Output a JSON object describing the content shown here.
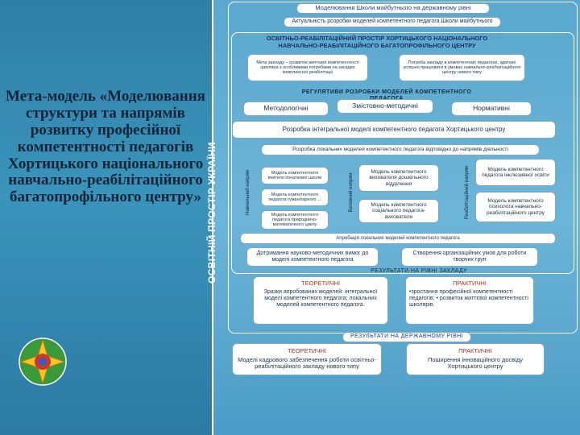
{
  "title_main": "Моделювання Школи майбутнього на державному рівні",
  "actuality": "Актуальність розробки моделей компетентного педагога Школи майбутнього",
  "space_header": "ОСВІТНЬО-РЕАБІЛІТАЦІЙНИЙ ПРОСТІР ХОРТИЦЬКОГО НАЦІОНАЛЬНОГО НАВЧАЛЬНО-РЕАБІЛІТАЦІЙНОГО БАГАТОПРОФІЛЬНОГО ЦЕНТРУ",
  "goal_left": "Мета закладу – розвиток життєвої компетентності школяра з особливими потребами на засадах комплексної реабілітації",
  "goal_right": "Потреба закладу в компетентних педагогах, здатних успішно працювати в умовах навчально-реабілітаційного центру нового типу",
  "regulatory": "РЕГУЛЯТИВИ РОЗРОБКИ МОДЕЛЕЙ КОМПЕТЕНТНОГО ПЕДАГОГА",
  "reg_method": "Методологічні",
  "reg_content": "Змістовно-методичні",
  "reg_norm": "Нормативні",
  "integral": "Розробка інтегральної моделі компетентного педагога Хортицького центру",
  "local": "Розробка локальних моделей компетентного педагога відповідно до напрямів діяльності",
  "vert_edu": "Навчальний напрям",
  "vert_up": "Виховний напрям",
  "vert_rehab": "Реабілітаційний напрям",
  "m_teacher_init": "Модель компетентного вчителя початкової школи",
  "m_teacher_human": "Модель компетентного педагога гуманітарного ...",
  "m_teacher_sci": "Модель компетентного педагога природничо-математичного циклу",
  "m_preschool": "Модель компетентного вихователя дошкільного відділення",
  "m_social": "Модель компетентного соціального педагога-вихователя",
  "m_teacher_incl": "Модель компетентного педагога інклюзивної освіти",
  "m_psych": "Модель компетентного психолога навчально-реабілітаційного центру",
  "approbation": "Апробація локальних моделей компетентного педагога",
  "ensure_left": "Дотримання науково-методичних вимог до моделі компетентного педагога",
  "ensure_right": "Створення організаційних умов для роботи творчих груп",
  "results_inst": "РЕЗУЛЬТАТИ НА РІВНІ ЗАКЛАДУ",
  "theor_label": "ТЕОРЕТИЧНІ",
  "theor_inst": "Зразки апробованих моделей: інтегральної моделі компетентного педагога; локальних моделей компетентного педагога.",
  "pract_label": "ПРАКТИЧНІ",
  "pract_inst": "•зростання професійної компетентності педагогів; • розвиток життєвої компетентності школярів.",
  "results_state": "РЕЗУЛЬТАТИ НА ДЕРЖАВНОМУ РІВНІ",
  "theor_state": "Моделі кадрового забезпечення роботи освітньо-реабілітаційного закладу нового типу",
  "pract_state": "Поширення інноваційного досвіду Хортицького центру",
  "vertical_space": "ОСВІТНІЙ ПРОСТІР УКРАЇНИ",
  "left_title": "Мета-модель «Моделювання структури та напрямів розвитку професійної компетентності педагогів Хортицького національного навчально-реабілітаційного багатопрофільного центру»",
  "colors": {
    "accent": "#2f7fa6",
    "panel": "#6db5d8",
    "box_text": "#1a3d8f"
  }
}
